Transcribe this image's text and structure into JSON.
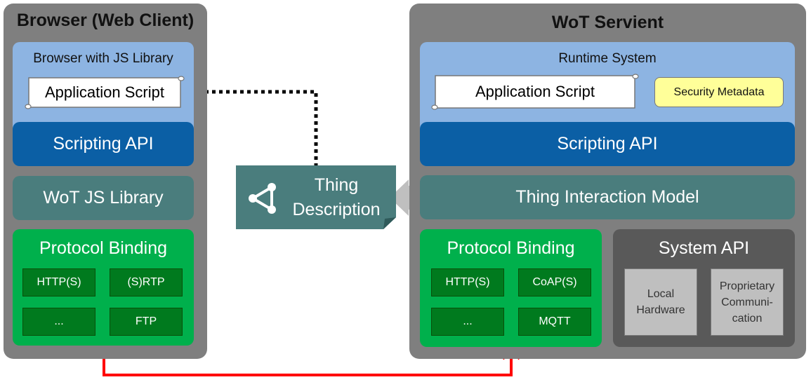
{
  "browser": {
    "title": "Browser (Web Client)",
    "runtime_label": "Browser with JS Library",
    "app_script": "Application Script",
    "scripting_api": "Scripting API",
    "wot_js_library": "WoT JS Library",
    "protocol_binding": {
      "title": "Protocol Binding",
      "chips": [
        "HTTP(S)",
        "(S)RTP",
        "...",
        "FTP"
      ]
    }
  },
  "thing_description": {
    "line1": "Thing",
    "line2": "Description",
    "icon": "share-node-icon"
  },
  "servient": {
    "title": "WoT Servient",
    "runtime_label": "Runtime System",
    "app_script": "Application Script",
    "security_metadata": "Security Metadata",
    "scripting_api": "Scripting API",
    "thing_interaction_model": "Thing Interaction Model",
    "protocol_binding": {
      "title": "Protocol Binding",
      "chips": [
        "HTTP(S)",
        "CoAP(S)",
        "...",
        "MQTT"
      ]
    },
    "system_api": {
      "title": "System API",
      "chips": [
        {
          "line1": "Local",
          "line2": "Hardware",
          "line3": ""
        },
        {
          "line1": "Proprietary",
          "line2": "Communi-",
          "line3": "cation"
        }
      ]
    }
  },
  "colors": {
    "panel": "#7f7f7f",
    "runtime": "#8db4e2",
    "scripting_api": "#0b5fa5",
    "interaction": "#4a7d7d",
    "protocol": "#00b04c",
    "chip": "#007a1e",
    "system_api": "#595959",
    "security": "#ffff99",
    "connection_arrow": "#ff0000"
  }
}
